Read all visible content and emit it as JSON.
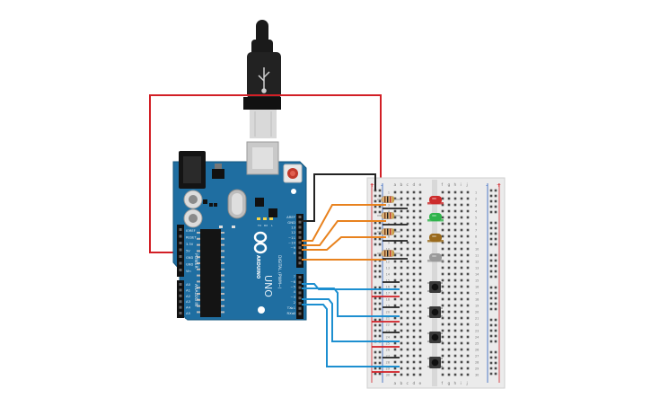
{
  "board": {
    "logo": "ARDUINO",
    "model": "UNO",
    "power_section_label": "POWER",
    "analog_section_label": "ANALOG IN",
    "digital_section_label": "DIGITAL (PWM~)",
    "power_pins": [
      "IOREF",
      "RESET",
      "3.3V",
      "5V",
      "GND",
      "GND",
      "Vin"
    ],
    "analog_pins": [
      "A0",
      "A1",
      "A2",
      "A3",
      "A4",
      "A5"
    ],
    "digital_pins": [
      "AREF",
      "GND",
      "13",
      "12",
      "~11",
      "~10",
      "~9",
      "8",
      "7",
      "~6",
      "~5",
      "4",
      "~3",
      "2",
      "TX▸1",
      "RX◂0"
    ],
    "tx_label": "TX",
    "rx_label": "RX",
    "l_label": "L",
    "on_label": "ON"
  },
  "breadboard": {
    "columns": [
      "a",
      "b",
      "c",
      "d",
      "e",
      "f",
      "g",
      "h",
      "i",
      "j"
    ],
    "rail_plus": "+",
    "rail_minus": "-",
    "row_count": 30
  },
  "colors": {
    "board": "#1f6ea1",
    "red_wire": "#d21f26",
    "black_wire": "#222222",
    "orange_wire": "#e8821e",
    "blue_wire": "#1d8fd0",
    "led_red": "#cc2b2b",
    "led_green": "#2fb34b",
    "led_brown": "#9a6a1c",
    "led_gray": "#9a9a9a"
  },
  "leds": [
    {
      "name": "red",
      "color": "#cc2b2b"
    },
    {
      "name": "green",
      "color": "#2fb34b"
    },
    {
      "name": "brown",
      "color": "#9a6a1c"
    },
    {
      "name": "gray",
      "color": "#9a9a9a"
    }
  ],
  "buttons_count": 4
}
